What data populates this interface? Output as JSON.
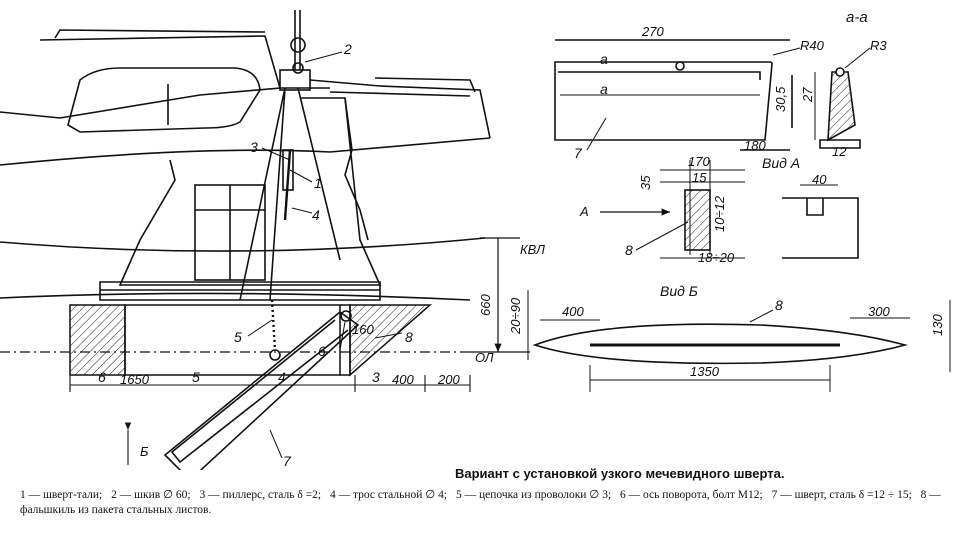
{
  "caption": {
    "title": "Вариант с установкой узкого мечевидного шверта.",
    "legend": [
      "1 — шверт-тали;",
      "2 — шкив ∅ 60;",
      "3 — пиллерс, сталь δ =2;",
      "4 — трос стальной ∅ 4;",
      "5 — цепочка из проволоки ∅ 3;",
      "6 — ось поворота, болт М12;",
      "7 — шверт, сталь δ =12 ÷ 15;",
      "8 — фальшкиль из пакета стальных листов."
    ]
  },
  "labels": {
    "n1": "1",
    "n2": "2",
    "n3": "3",
    "n4": "4",
    "n5": "5",
    "n6": "6",
    "n7": "7",
    "n8": "8",
    "kvl": "КВЛ",
    "ol": "ОЛ",
    "b_arrow": "Б",
    "a_arrow": "А",
    "section_aa": "а-а",
    "a_mark": "а",
    "vid_a": "Вид А",
    "vid_b": "Вид Б",
    "r40": "R40",
    "r3": "R3"
  },
  "dims": {
    "d270": "270",
    "d180": "180",
    "d305": "30,5",
    "d27": "27",
    "d12": "12",
    "d170": "170",
    "d35": "35",
    "d15": "15",
    "d10_12": "10÷12",
    "d18_20": "18÷20",
    "d40a": "40",
    "d660": "660",
    "d20_90": "20÷90",
    "d1650": "1650",
    "d400": "400",
    "d200": "200",
    "d160": "160",
    "d400b": "400",
    "d300": "300",
    "d130": "130",
    "d1350": "1350"
  }
}
